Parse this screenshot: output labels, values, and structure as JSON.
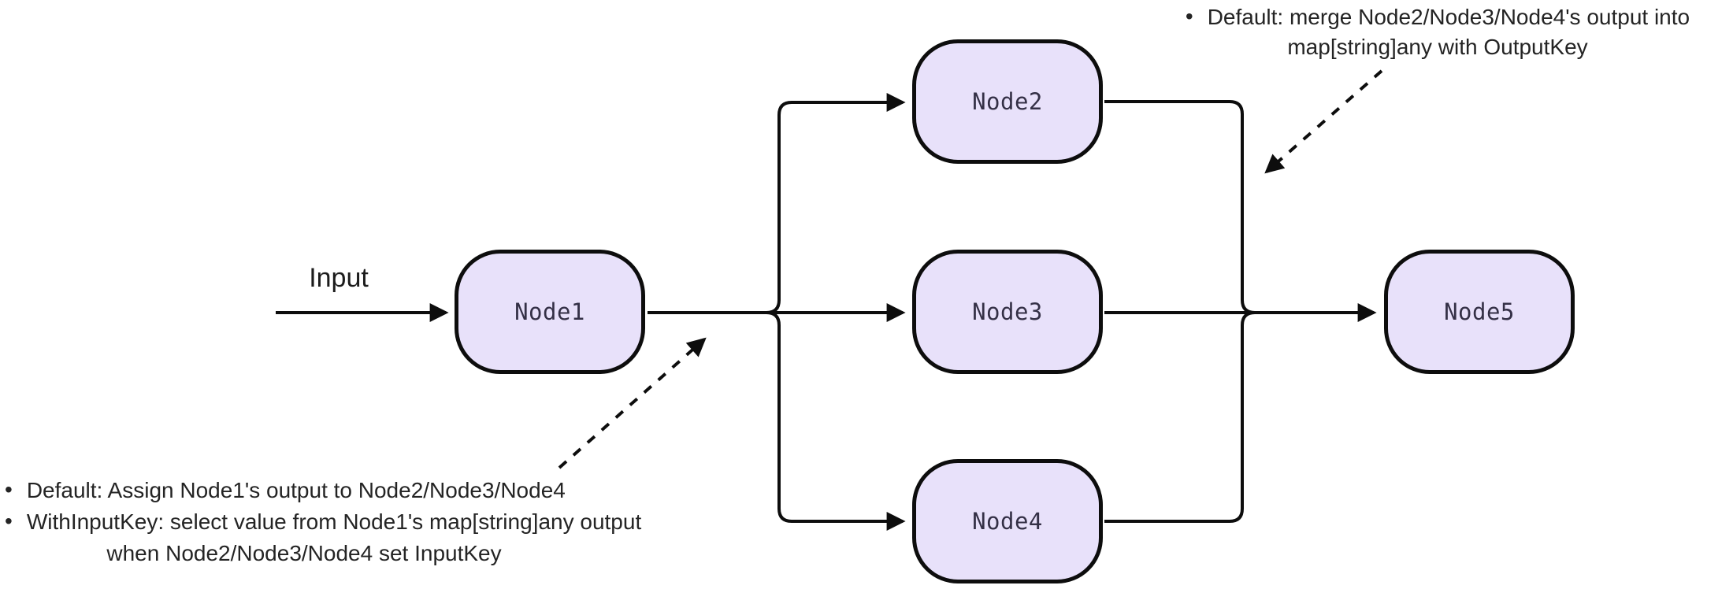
{
  "colors": {
    "canvas_bg": "#ffffff",
    "node_fill": "#E8E1FA",
    "node_border": "#0d0d0d",
    "line": "#0d0d0d",
    "node_label_text": "#343046",
    "edge_label_text": "#1c1c1c",
    "annotation_text": "#242424"
  },
  "nodes": [
    {
      "id": "node1",
      "label": "Node1"
    },
    {
      "id": "node2",
      "label": "Node2"
    },
    {
      "id": "node3",
      "label": "Node3"
    },
    {
      "id": "node4",
      "label": "Node4"
    },
    {
      "id": "node5",
      "label": "Node5"
    }
  ],
  "edge_labels": {
    "input": "Input"
  },
  "annotations": {
    "bullet": "•",
    "top_right": {
      "lines": [
        "Default: merge Node2/Node3/Node4's output into",
        "map[string]any with OutputKey"
      ]
    },
    "bottom_left": {
      "items": [
        {
          "lines": [
            "Default: Assign Node1's output to Node2/Node3/Node4"
          ]
        },
        {
          "lines": [
            "WithInputKey: select value from Node1's map[string]any output",
            "when Node2/Node3/Node4 set InputKey"
          ]
        }
      ]
    }
  }
}
